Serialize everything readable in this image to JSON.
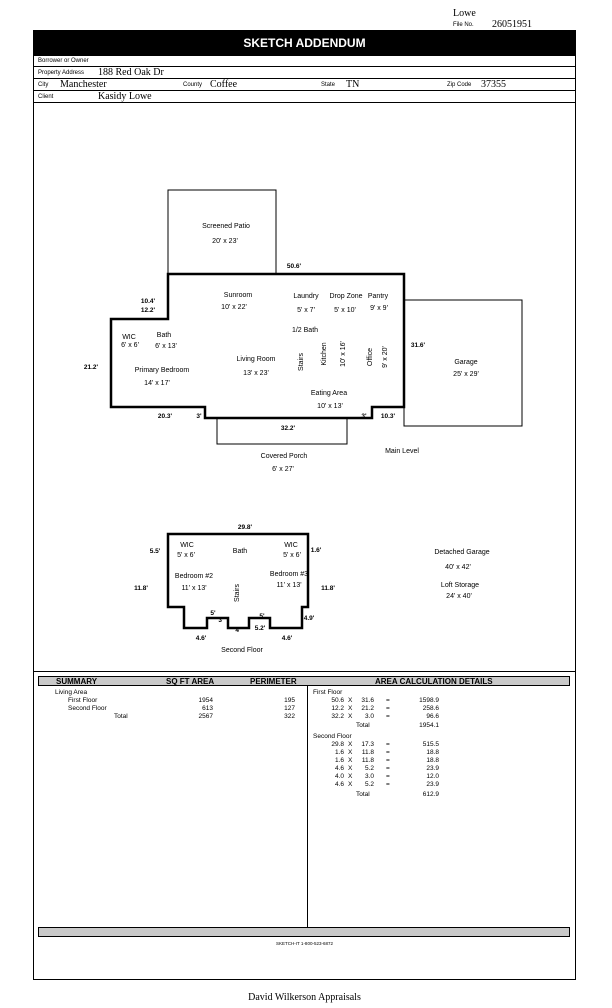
{
  "header": {
    "owner_name": "Lowe",
    "file_no_label": "File No.",
    "file_no": "26051951"
  },
  "title": "SKETCH ADDENDUM",
  "fields": {
    "borrower_label": "Borrower or Owner",
    "property_label": "Property Address",
    "property": "188 Red Oak Dr",
    "city_label": "City",
    "city": "Manchester",
    "county_label": "County",
    "county": "Coffee",
    "state_label": "State",
    "state": "TN",
    "zip_label": "Zip Code",
    "zip": "37355",
    "client_label": "Client",
    "client": "Kasidy Lowe"
  },
  "sketch": {
    "main": {
      "screened_patio": "Screened Patio",
      "screened_patio_dim": "20' x 23'",
      "sunroom": "Sunroom",
      "sunroom_dim": "10' x 22'",
      "laundry": "Laundry",
      "laundry_dim": "5' x 7'",
      "drop_zone": "Drop Zone",
      "drop_zone_dim": "5' x 10'",
      "pantry": "Pantry",
      "pantry_dim": "9' x 9'",
      "half_bath": "1/2 Bath",
      "wic": "WIC",
      "wic_dim": "6' x 6'",
      "bath": "Bath",
      "bath_dim": "6' x 13'",
      "primary_bedroom": "Primary Bedroom",
      "primary_bedroom_dim": "14' x 17'",
      "living_room": "Living Room",
      "living_room_dim": "13' x 23'",
      "stairs": "Stairs",
      "kitchen": "Kitchen",
      "kitchen_dim": "10' x 16'",
      "office": "Office",
      "office_dim": "9' x 20'",
      "eating_area": "Eating Area",
      "eating_area_dim": "10' x 13'",
      "garage": "Garage",
      "garage_dim": "25' x 29'",
      "covered_porch": "Covered Porch",
      "covered_porch_dim": "6' x 27'",
      "level": "Main Level",
      "d_top": "50.6'",
      "d_104": "10.4'",
      "d_122": "12.2'",
      "d_212": "21.2'",
      "d_316": "31.6'",
      "d_203": "20.3'",
      "d_3a": "3'",
      "d_322": "32.2'",
      "d_3b": "3'",
      "d_103": "10.3'"
    },
    "second": {
      "wic_l": "WIC",
      "wic_l_dim": "5' x 6'",
      "bath": "Bath",
      "wic_r": "WIC",
      "wic_r_dim": "5' x 6'",
      "bed2": "Bedroom #2",
      "bed2_dim": "11' x 13'",
      "bed3": "Bedroom #3",
      "bed3_dim": "11' x 13'",
      "stairs": "Stairs",
      "detached_garage": "Detached Garage",
      "detached_garage_dim": "40' x 42'",
      "loft_storage": "Loft Storage",
      "loft_storage_dim": "24' x 40'",
      "level": "Second Floor",
      "d_298": "29.8'",
      "d_55": "5.5'",
      "d_16": "1.6'",
      "d_118l": "11.8'",
      "d_118r": "11.8'",
      "d_5a": "5'",
      "d_3": "3'",
      "d_5b": "5'",
      "d_4": "4'",
      "d_52": "5.2'",
      "d_49": "4.9'",
      "d_46l": "4.6'",
      "d_46r": "4.6'"
    }
  },
  "summary": {
    "headers": {
      "summary": "SUMMARY",
      "sqft": "SQ FT AREA",
      "perimeter": "PERIMETER",
      "calc": "AREA CALCULATION DETAILS"
    },
    "living_area": "Living Area",
    "rows": [
      {
        "label": "First Floor",
        "sqft": "1954",
        "perimeter": "195"
      },
      {
        "label": "Second Floor",
        "sqft": "613",
        "perimeter": "127"
      },
      {
        "label": "Total",
        "sqft": "2567",
        "perimeter": "322"
      }
    ]
  },
  "calc": {
    "first_label": "First Floor",
    "first": [
      {
        "a": "50.6",
        "op": "X",
        "b": "31.6",
        "eq": "=",
        "r": "1598.9"
      },
      {
        "a": "12.2",
        "op": "X",
        "b": "21.2",
        "eq": "=",
        "r": "258.6"
      },
      {
        "a": "32.2",
        "op": "X",
        "b": "3.0",
        "eq": "=",
        "r": "96.6"
      }
    ],
    "first_total_label": "Total",
    "first_total": "1954.1",
    "second_label": "Second Floor",
    "second": [
      {
        "a": "29.8",
        "op": "X",
        "b": "17.3",
        "eq": "=",
        "r": "515.5"
      },
      {
        "a": "1.6",
        "op": "X",
        "b": "11.8",
        "eq": "=",
        "r": "18.8"
      },
      {
        "a": "1.6",
        "op": "X",
        "b": "11.8",
        "eq": "=",
        "r": "18.8"
      },
      {
        "a": "4.6",
        "op": "X",
        "b": "5.2",
        "eq": "=",
        "r": "23.9"
      },
      {
        "a": "4.0",
        "op": "X",
        "b": "3.0",
        "eq": "=",
        "r": "12.0"
      },
      {
        "a": "4.6",
        "op": "X",
        "b": "5.2",
        "eq": "=",
        "r": "23.9"
      }
    ],
    "second_total_label": "Total",
    "second_total": "612.9"
  },
  "footer": {
    "software": "SKETCH-IT 1-800-523-6872",
    "appraiser": "David Wilkerson Appraisals"
  }
}
